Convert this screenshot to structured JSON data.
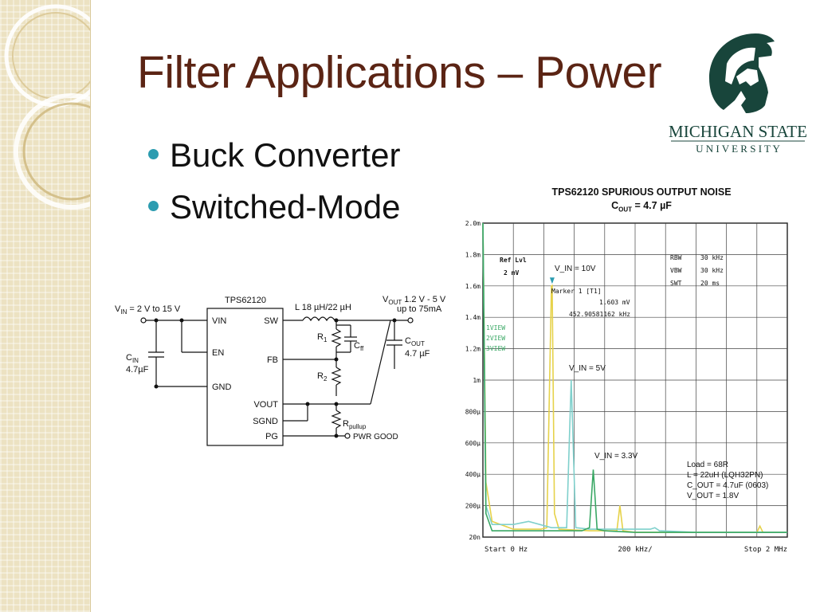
{
  "slide": {
    "title": "Filter Applications – Power",
    "bullets": [
      "Buck Converter",
      "Switched-Mode"
    ]
  },
  "logo": {
    "name": "MICHIGAN STATE",
    "sub": "U N I V E R S I T Y",
    "icon": "spartan-helmet-icon",
    "color": "#18453b"
  },
  "colors": {
    "title": "#5b2414",
    "bullet": "#2c9cb0"
  },
  "schematic": {
    "chip": "TPS62120",
    "pins_left": [
      "VIN",
      "EN",
      "GND"
    ],
    "pins_right": [
      "SW",
      "FB",
      "VOUT",
      "SGND",
      "PG"
    ],
    "vin": "V",
    "vin_sub": "IN",
    "vin_rest": "= 2 V to 15 V",
    "cin_a": "C",
    "cin_sub": "IN",
    "cin_b": "4.7µF",
    "inductor": "L 18 µH/22 µH",
    "r1": "R",
    "r1_sub": "1",
    "r2": "R",
    "r2_sub": "2",
    "cff": "C",
    "cff_sub": "ff",
    "vout": "V",
    "vout_sub": "OUT",
    "vout_rest": "1.2 V - 5 V",
    "vout_line2": "up to 75mA",
    "cout": "C",
    "cout_sub": "OUT",
    "cout_b": "4.7 µF",
    "rpullup": "R",
    "rpullup_sub": "pullup",
    "pwr_good": "PWR GOOD"
  },
  "chart_data": {
    "type": "line",
    "title": "TPS62120 SPURIOUS OUTPUT NOISE",
    "subtitle_a": "C",
    "subtitle_sub": "OUT",
    "subtitle_b": " = 4.7 µF",
    "y_ticks": [
      "2.0m",
      "1.8m",
      "1.6m",
      "1.4m",
      "1.2m",
      "1m",
      "800µ",
      "600µ",
      "400µ",
      "200µ",
      "20n"
    ],
    "x_labels": [
      "Start 0 Hz",
      "200 kHz/",
      "Stop 2 MHz"
    ],
    "xlim_khz": [
      0,
      2000
    ],
    "ylim_mV": [
      0,
      2.0
    ],
    "ref_level_line1": "Ref Lvl",
    "ref_level_line2": "2 mV",
    "settings": [
      [
        "RBW",
        "30 kHz"
      ],
      [
        "VBW",
        "30 kHz"
      ],
      [
        "SWT",
        "20 ms"
      ]
    ],
    "marker_line1": "Marker 1 [T1]",
    "marker_line2": "1.603 mV",
    "marker_line3": "452.90581162 kHz",
    "views": [
      "1VIEW",
      "2VIEW",
      "3VIEW"
    ],
    "conditions": [
      "Load = 68R",
      "L = 22uH (LQH32PN)",
      "C_OUT = 4.7uF (0603)",
      "V_OUT = 1.8V"
    ],
    "series": [
      {
        "name": "V_IN = 10V",
        "color": "#e6d24a",
        "x": [
          0,
          20,
          60,
          200,
          380,
          420,
          450,
          455,
          470,
          500,
          700,
          880,
          900,
          920,
          1000,
          1500,
          1800,
          1820,
          1840,
          2000
        ],
        "y": [
          2.0,
          0.35,
          0.1,
          0.05,
          0.05,
          0.06,
          1.6,
          1.603,
          0.15,
          0.05,
          0.04,
          0.04,
          0.2,
          0.04,
          0.03,
          0.03,
          0.03,
          0.07,
          0.03,
          0.03
        ]
      },
      {
        "name": "V_IN = 5V",
        "color": "#7fd0cc",
        "x": [
          0,
          20,
          60,
          200,
          300,
          450,
          550,
          580,
          610,
          700,
          1000,
          1100,
          1130,
          1160,
          1400,
          2000
        ],
        "y": [
          2.0,
          0.2,
          0.08,
          0.08,
          0.1,
          0.06,
          0.06,
          1.0,
          0.06,
          0.05,
          0.05,
          0.05,
          0.06,
          0.04,
          0.03,
          0.03
        ]
      },
      {
        "name": "V_IN = 3.3V",
        "color": "#3aa865",
        "x": [
          0,
          20,
          60,
          400,
          650,
          700,
          725,
          750,
          800,
          1000,
          1500,
          2000
        ],
        "y": [
          2.0,
          0.15,
          0.04,
          0.04,
          0.04,
          0.06,
          0.43,
          0.05,
          0.04,
          0.03,
          0.03,
          0.03
        ]
      }
    ]
  }
}
